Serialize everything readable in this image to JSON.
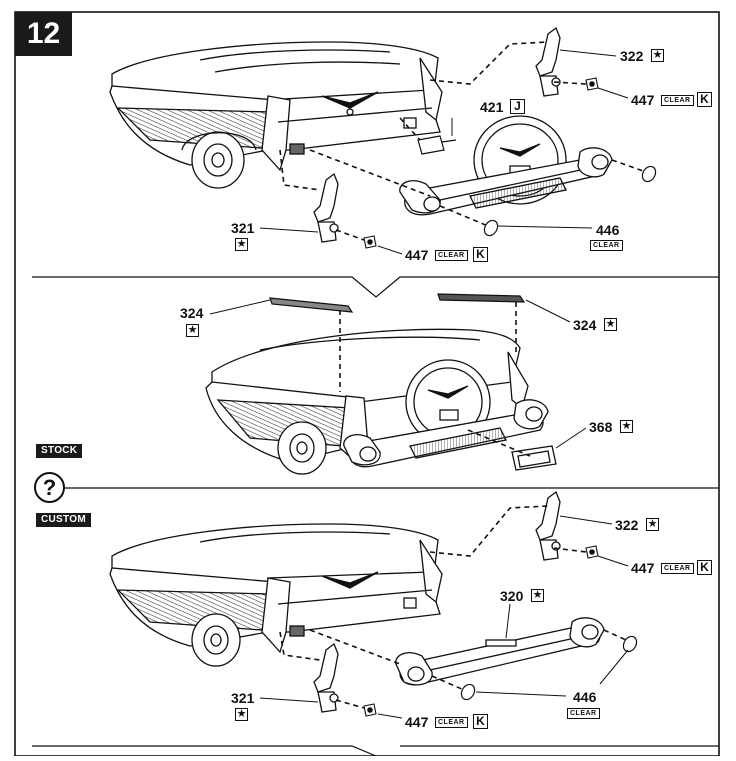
{
  "step": {
    "number": "12"
  },
  "panels": {
    "top": {
      "labels": [
        {
          "part": "322",
          "mark": "★"
        },
        {
          "part": "447",
          "finish": "CLEAR",
          "letter": "K"
        },
        {
          "part": "421",
          "letter": "J"
        },
        {
          "part": "321",
          "mark": "★"
        },
        {
          "part": "447",
          "finish": "CLEAR",
          "letter": "K"
        },
        {
          "part": "446",
          "finish": "CLEAR"
        }
      ]
    },
    "middle": {
      "tag": "STOCK",
      "labels": [
        {
          "part": "324",
          "mark": "★"
        },
        {
          "part": "324",
          "mark": "★"
        },
        {
          "part": "368",
          "mark": "★"
        }
      ]
    },
    "divider": {
      "symbol": "?"
    },
    "bottom": {
      "tag": "CUSTOM",
      "labels": [
        {
          "part": "322",
          "mark": "★"
        },
        {
          "part": "447",
          "finish": "CLEAR",
          "letter": "K"
        },
        {
          "part": "320",
          "mark": "★"
        },
        {
          "part": "321",
          "mark": "★"
        },
        {
          "part": "447",
          "finish": "CLEAR",
          "letter": "K"
        },
        {
          "part": "446",
          "finish": "CLEAR"
        }
      ]
    }
  },
  "colors": {
    "ink": "#111111",
    "frame": "#1a1a1a",
    "paper": "#ffffff",
    "trim_shade": "#555555"
  }
}
